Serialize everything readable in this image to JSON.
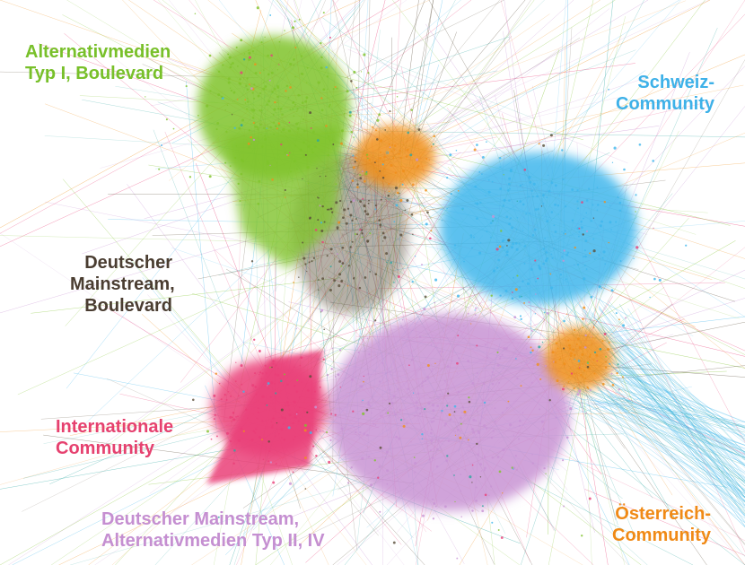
{
  "labels": {
    "alternativmedien_1": {
      "line1": "Alternativmedien",
      "line2": "Typ I, Boulevard",
      "color": "#78c02a"
    },
    "schweiz": {
      "line1": "Schweiz-",
      "line2": "Community",
      "color": "#3eb1e8"
    },
    "deutscher_mainstream_boulevard": {
      "line1": "Deutscher",
      "line2": "Mainstream,",
      "line3": "Boulevard",
      "color": "#4a3d31"
    },
    "internationale": {
      "line1": "Internationale",
      "line2": "Community",
      "color": "#e6416f"
    },
    "deutscher_mainstream_alt": {
      "line1": "Deutscher Mainstream,",
      "line2": "Alternativmedien Typ II, IV",
      "color": "#c58fd1"
    },
    "oesterreich": {
      "line1": "Österreich-",
      "line2": "Community",
      "color": "#f08a16"
    }
  },
  "palette": {
    "green": "#7fc32a",
    "blue": "#3fb6ec",
    "brown": "#5a4d3a",
    "pink": "#ea3f78",
    "violet": "#c893d4",
    "orange": "#f08f1a",
    "teal": "#2aa6a0"
  }
}
